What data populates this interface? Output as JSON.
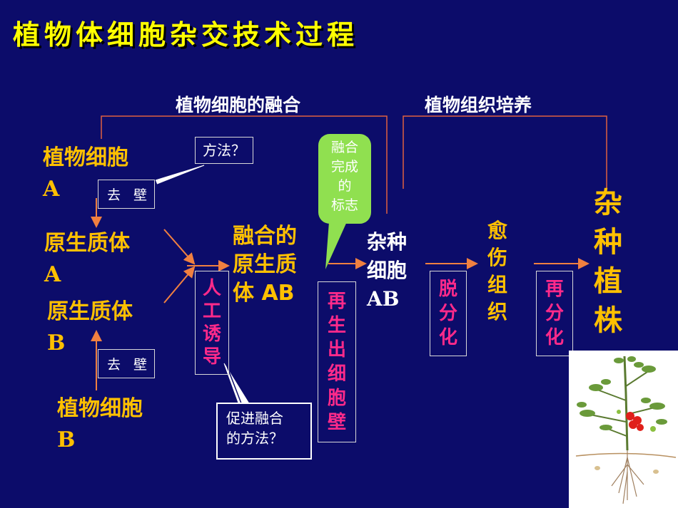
{
  "title": "植物体细胞杂交技术过程",
  "headers": {
    "fusion": "植物细胞的融合",
    "culture": "植物组织培养"
  },
  "nodes": {
    "cell_a": [
      "植物细胞",
      "A"
    ],
    "protoplast_a": [
      "原生质体",
      "A"
    ],
    "protoplast_b": [
      "原生质体",
      "B"
    ],
    "cell_b": [
      "植物细胞",
      "B"
    ],
    "fused": [
      "融合的",
      "原生质",
      "体 AB"
    ],
    "hybrid_cell": [
      "杂种",
      "细胞",
      "AB"
    ],
    "callus": [
      "愈",
      "伤",
      "组",
      "织"
    ],
    "hybrid_plant": [
      "杂",
      "种",
      "植",
      "株"
    ]
  },
  "steps": {
    "remove_wall_a": "去 壁",
    "remove_wall_b": "去 壁",
    "induce": [
      "人",
      "工",
      "诱",
      "导"
    ],
    "regen_wall": [
      "再",
      "生",
      "出",
      "细",
      "胞",
      "壁"
    ],
    "dediff": [
      "脱",
      "分",
      "化"
    ],
    "rediff": [
      "再",
      "分",
      "化"
    ]
  },
  "callouts": {
    "method": "方法？",
    "promote": [
      "促进融合",
      "的方法？"
    ],
    "sign": [
      "融合",
      "完成",
      "的",
      "标志"
    ]
  },
  "colors": {
    "background": "#0c0c6a",
    "title": "#ffff00",
    "node": "#ffc000",
    "step": "#ff2a8a",
    "arrow": "#f08040",
    "sign_bubble": "#90e050"
  },
  "icons": {
    "plant_image": "tomato-plant-illustration"
  }
}
